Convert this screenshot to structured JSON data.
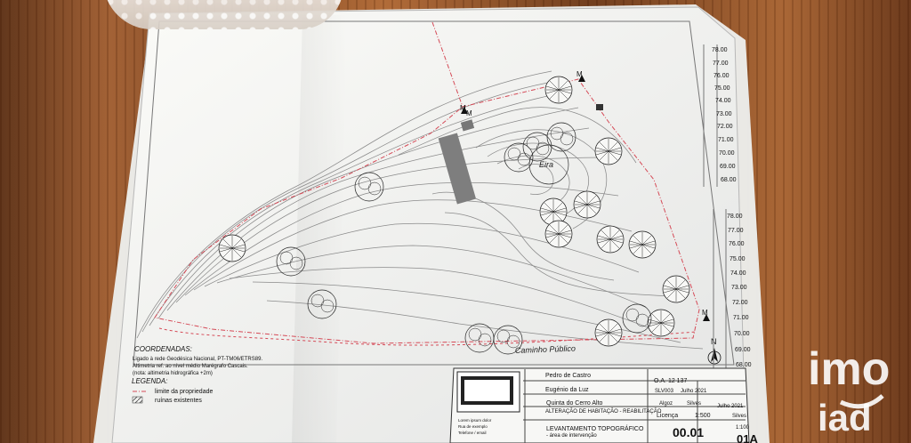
{
  "sheet": {
    "icon_labels": {
      "drawing": "survey-map-drawing",
      "north": "north-arrow"
    },
    "drawing": {
      "markers": [
        "M",
        "M",
        "M",
        "M"
      ],
      "labels": {
        "eira": "Eira",
        "road": "Caminho Público",
        "north": "N"
      }
    },
    "coords_title": "COORDENADAS:",
    "coords_lines": [
      "Ligado à rede Geodésica Nacional, PT-TM06/ETRS89.",
      "Altimetria ref. ao nível médio Marégrafo Cascais.",
      "(nota: altimetria hidrográfica +2m)"
    ],
    "legend_title": "LEGENDA:",
    "legend_items": [
      {
        "label": "limite da propriedade",
        "type": "line"
      },
      {
        "label": "ruínas existentes",
        "type": "box"
      }
    ],
    "scale_right_top": [
      "78.00",
      "77.00",
      "76.00",
      "75.00",
      "74.00",
      "73.00",
      "72.00",
      "71.00",
      "70.00",
      "69.00",
      "68.00"
    ],
    "scale_right_bottom": [
      "78.00",
      "77.00",
      "76.00",
      "75.00",
      "74.00",
      "73.00",
      "72.00",
      "71.00",
      "70.00",
      "69.00",
      "68.00"
    ],
    "title_block": {
      "logo_lines": [
        "Lorem ipsum dolor",
        "Rua de exemplo",
        "Telefone / email"
      ],
      "project_owner": "Pedro de Castro",
      "ref": "O.A. 12 137",
      "responsible": "Eugénio da Luz",
      "code": "SLV003",
      "date": "Julho 2021",
      "property": "Quinta do Cerro Alto",
      "location": "Algoz",
      "municipality": "Silves",
      "work": "ALTERAÇÃO DE HABITAÇÃO - REABILITAÇÃO",
      "permit": "Licença",
      "scale": "1:500",
      "survey": "LEVANTAMENTO TOPOGRÁFICO",
      "intervention": "- área de intervenção",
      "drawing_number": "00.01",
      "other_date": "Julho 2021",
      "other_location": "Silves",
      "other_scale": "1:100",
      "other_sheet": "01A"
    }
  },
  "watermark": {
    "logo_top": "imo",
    "logo_bottom": "iad"
  }
}
